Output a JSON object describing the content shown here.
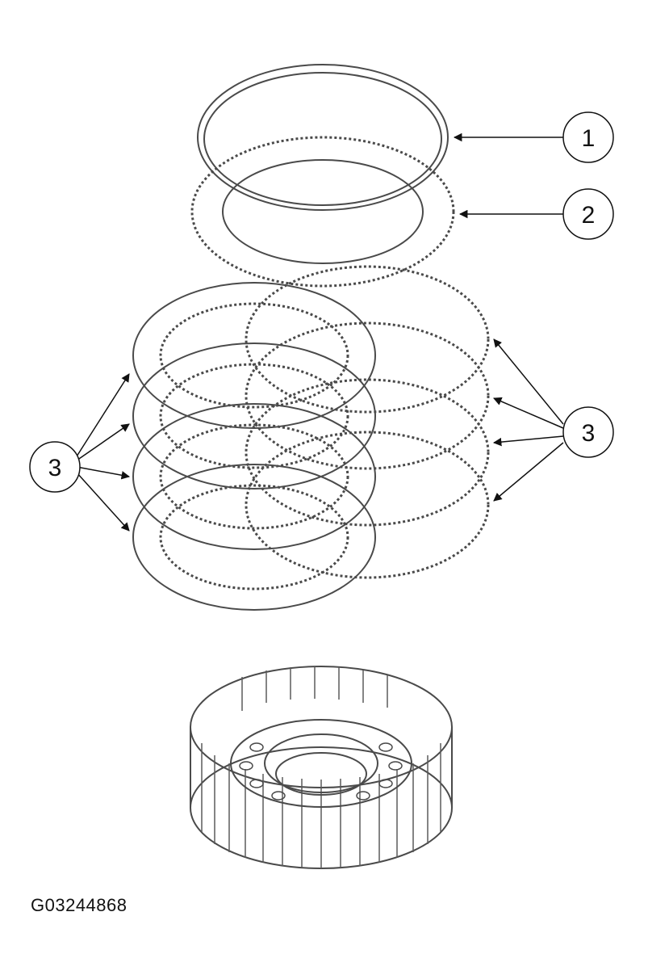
{
  "figure": {
    "code": "G03244868"
  },
  "callouts": {
    "one": "1",
    "two": "2",
    "three_left": "3",
    "three_right": "3"
  },
  "colors": {
    "line": "#4a4a4a",
    "text": "#111111",
    "background": "#ffffff"
  }
}
